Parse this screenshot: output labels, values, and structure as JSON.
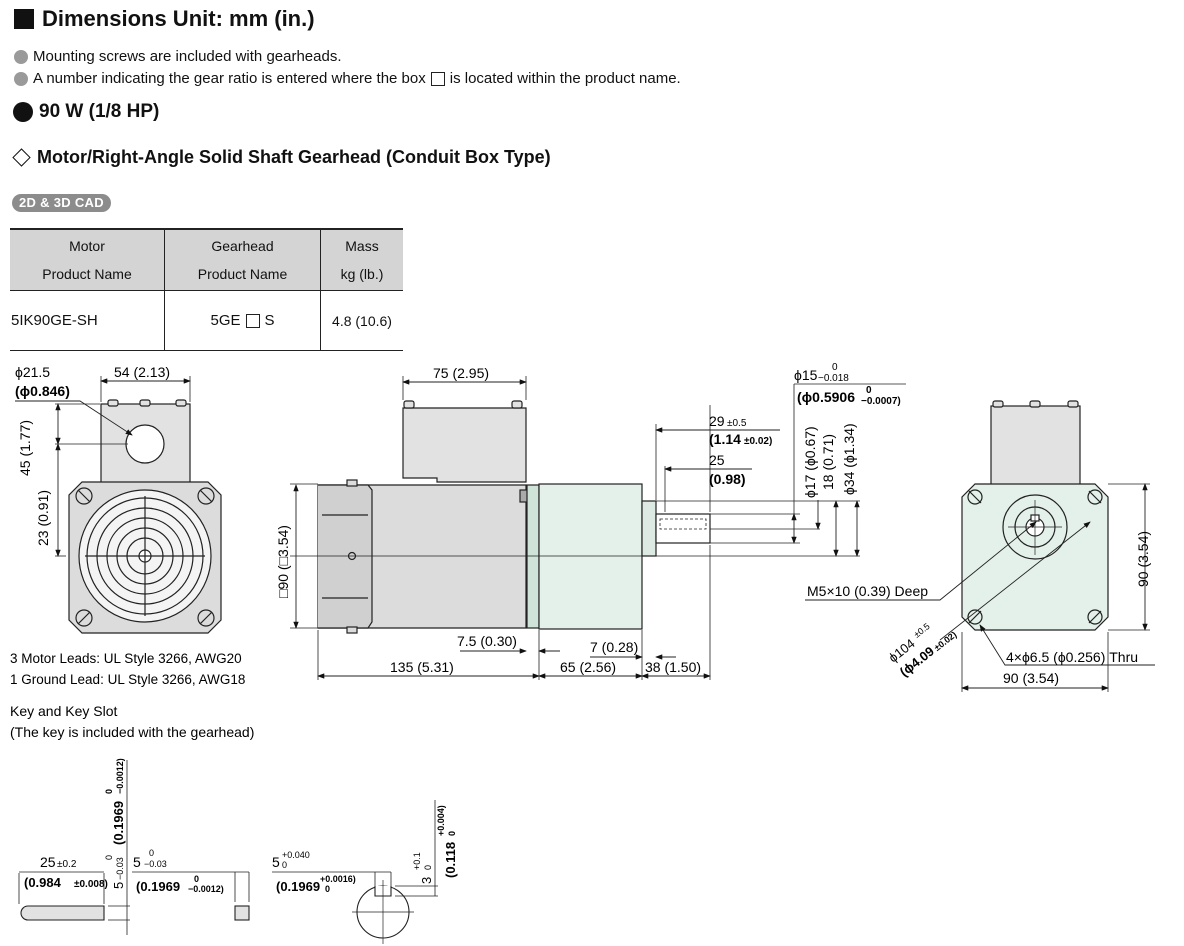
{
  "header": {
    "title": "Dimensions  Unit: mm (in.)"
  },
  "notes": {
    "mounting": "Mounting screws are included with gearheads.",
    "gear_ratio_before": "A number indicating the gear ratio is entered where the box",
    "gear_ratio_after": "is located within the product name."
  },
  "section": {
    "power": "90 W (1/8 HP)"
  },
  "subsection": {
    "title": "Motor/Right-Angle Solid Shaft Gearhead (Conduit Box Type)"
  },
  "cad_badge": "2D & 3D CAD",
  "table": {
    "headers": [
      {
        "line1": "Motor",
        "line2": "Product  Name"
      },
      {
        "line1": "Gearhead",
        "line2": "Product  Name"
      },
      {
        "line1": "Mass",
        "line2": "kg (lb.)"
      }
    ],
    "rows": [
      {
        "motor": "5IK90GE-SH",
        "gearhead_prefix": "5GE",
        "gearhead_suffix": "S",
        "mass": "4.8 (10.6)"
      }
    ]
  },
  "dims": {
    "d21": "ϕ21.5",
    "d0846": "(ϕ0.846)",
    "w54": "54 (2.13)",
    "h45": "45 (1.77)",
    "h23": "23 (0.91)",
    "w75": "75 (2.95)",
    "sq90": "□90 (□3.54)",
    "w7_5": "7.5 (0.30)",
    "w7": "7 (0.28)",
    "w135": "135 (5.31)",
    "w65": "65 (2.56)",
    "w38": "38 (1.50)",
    "phi15": "ϕ15",
    "phi15_tol_up": "0",
    "phi15_tol_lo": "−0.018",
    "phi05906": "(ϕ0.5906",
    "phi05906_up": "0",
    "phi05906_lo": "−0.0007)",
    "l29": "29",
    "l29_tol": "±0.5",
    "l114": "(1.14",
    "l114_tol": "±0.02)",
    "l25": "25",
    "l098": "(0.98)",
    "phi17": "ϕ17 (ϕ0.67)",
    "w18": "18 (0.71)",
    "phi34": "ϕ34 (ϕ1.34)",
    "m5": "M5×10 (0.39) Deep",
    "h90": "90 (3.54)",
    "w90": "90 (3.54)",
    "phi104": "ϕ104",
    "phi104_tol": "±0.5",
    "phi409": "(ϕ4.09",
    "phi409_tol": "±0.02)",
    "holes": "4×ϕ6.5 (ϕ0.256) Thru"
  },
  "leads": {
    "motor": "3 Motor Leads: UL Style 3266, AWG20",
    "ground": "1 Ground Lead: UL Style 3266, AWG18"
  },
  "key": {
    "title": "Key and Key Slot",
    "subtitle": "(The key is included with the gearhead)",
    "k25": "25",
    "k25_tol": "±0.2",
    "k0984": "(0.984",
    "k0984_tol": "±0.008)",
    "k5a": "5",
    "k5a_tol": "−0.03",
    "k5a_up": "0",
    "k01969v": "(0.1969",
    "k01969v_lo": "−0.0012)",
    "k01969v_up": "0",
    "k5b": "5",
    "k5b_up": "0",
    "k5b_lo": "−0.03",
    "k01969b": "(0.1969",
    "k01969b_up": "0",
    "k01969b_lo": "−0.0012)",
    "k5c": "5",
    "k5c_up": "+0.040",
    "k5c_lo": "0",
    "k01969c": "(0.1969",
    "k01969c_up": "+0.0016)",
    "k01969c_lo": "0",
    "k3": "3",
    "k3_up": "+0.1",
    "k3_lo": "0",
    "k0118": "(0.118",
    "k0118_up": "+0.004)",
    "k0118_lo": "0"
  },
  "colors": {
    "gearhead_fill": "#e4f0ea",
    "motor_fill": "#dcdcdc",
    "table_header": "#d4d4d4",
    "badge": "#8c8c8c"
  }
}
